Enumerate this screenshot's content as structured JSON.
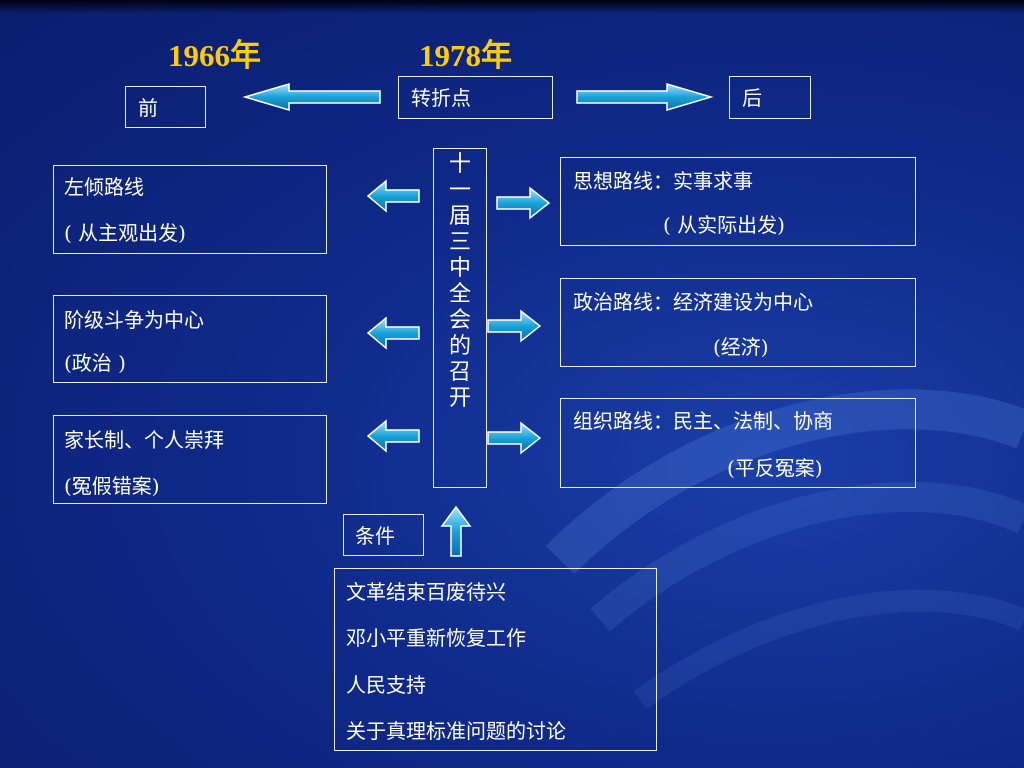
{
  "header": {
    "year_left": "1966年",
    "year_right": "1978年",
    "before": "前",
    "turning_point": "转折点",
    "after": "后"
  },
  "center": {
    "chars": [
      "十",
      "一",
      "届",
      "三",
      "中",
      "全",
      "会",
      "的",
      "召",
      "开"
    ]
  },
  "left_boxes": [
    {
      "line1": "左倾路线",
      "line2": "( 从主观出发)"
    },
    {
      "line1": "阶级斗争为中心",
      "line2": "(政治 )"
    },
    {
      "line1": "家长制、个人崇拜",
      "line2": "(冤假错案)"
    }
  ],
  "right_boxes": [
    {
      "line1": "思想路线：实事求事",
      "line2": "( 从实际出发)"
    },
    {
      "line1": "政治路线：经济建设为中心",
      "line2": "(经济)"
    },
    {
      "line1": "组织路线：民主、法制、协商",
      "line2": "(平反冤案)"
    }
  ],
  "conditions": {
    "label": "条件",
    "items": [
      "文革结束百废待兴",
      "邓小平重新恢复工作",
      "人民支持",
      "关于真理标准问题的讨论"
    ]
  },
  "colors": {
    "background": "#0f2a8a",
    "year_text": "#ffcc00",
    "arrow_fill": "#1aa3d8",
    "arrow_outline": "#ffffff"
  }
}
